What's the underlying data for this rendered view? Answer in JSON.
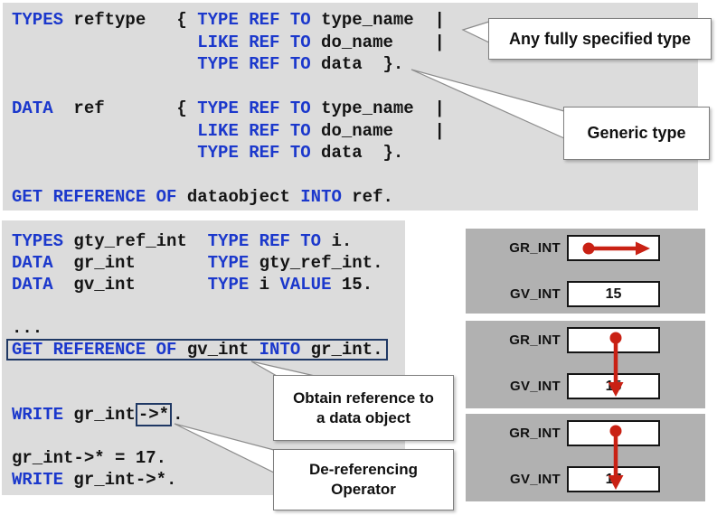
{
  "colors": {
    "keyword_blue": "#1b38cc",
    "code_text": "#141414",
    "code_bg": "#dcdcdc",
    "panel_bg": "#b1b1b1",
    "arrow_red": "#c92114",
    "highlight_navy": "#1f3864",
    "callout_border": "#7f7f7f"
  },
  "code_blocks": [
    {
      "name": "reference-declaration-syntax",
      "lines": [
        {
          "segs": [
            {
              "c": "kw",
              "t": "TYPES"
            },
            {
              "c": "pl",
              "t": " reftype   { "
            },
            {
              "c": "kw",
              "t": "TYPE REF TO"
            },
            {
              "c": "pl",
              "t": " type_name  |"
            }
          ]
        },
        {
          "segs": [
            {
              "c": "pl",
              "t": "                  "
            },
            {
              "c": "kw",
              "t": "LIKE REF TO"
            },
            {
              "c": "pl",
              "t": " do_name    |"
            }
          ]
        },
        {
          "segs": [
            {
              "c": "pl",
              "t": "                  "
            },
            {
              "c": "kw",
              "t": "TYPE REF TO"
            },
            {
              "c": "pl",
              "t": " data  }."
            }
          ]
        },
        {
          "segs": []
        },
        {
          "segs": [
            {
              "c": "kw",
              "t": "DATA"
            },
            {
              "c": "pl",
              "t": "  ref       { "
            },
            {
              "c": "kw",
              "t": "TYPE REF TO"
            },
            {
              "c": "pl",
              "t": " type_name  |"
            }
          ]
        },
        {
          "segs": [
            {
              "c": "pl",
              "t": "                  "
            },
            {
              "c": "kw",
              "t": "LIKE REF TO"
            },
            {
              "c": "pl",
              "t": " do_name    |"
            }
          ]
        },
        {
          "segs": [
            {
              "c": "pl",
              "t": "                  "
            },
            {
              "c": "kw",
              "t": "TYPE REF TO"
            },
            {
              "c": "pl",
              "t": " data  }."
            }
          ]
        },
        {
          "segs": []
        },
        {
          "segs": [
            {
              "c": "kw",
              "t": "GET REFERENCE OF"
            },
            {
              "c": "pl",
              "t": " dataobject "
            },
            {
              "c": "kw",
              "t": "INTO"
            },
            {
              "c": "pl",
              "t": " ref."
            }
          ]
        }
      ]
    },
    {
      "name": "reference-example",
      "lines": [
        {
          "segs": [
            {
              "c": "kw",
              "t": "TYPES"
            },
            {
              "c": "pl",
              "t": " gty_ref_int  "
            },
            {
              "c": "kw",
              "t": "TYPE REF TO"
            },
            {
              "c": "pl",
              "t": " i."
            }
          ]
        },
        {
          "segs": [
            {
              "c": "kw",
              "t": "DATA"
            },
            {
              "c": "pl",
              "t": "  gr_int       "
            },
            {
              "c": "kw",
              "t": "TYPE"
            },
            {
              "c": "pl",
              "t": " gty_ref_int."
            }
          ]
        },
        {
          "segs": [
            {
              "c": "kw",
              "t": "DATA"
            },
            {
              "c": "pl",
              "t": "  gv_int       "
            },
            {
              "c": "kw",
              "t": "TYPE"
            },
            {
              "c": "pl",
              "t": " i "
            },
            {
              "c": "kw",
              "t": "VALUE"
            },
            {
              "c": "pl",
              "t": " 15."
            }
          ]
        },
        {
          "segs": []
        },
        {
          "segs": [
            {
              "c": "pl",
              "t": "..."
            }
          ]
        },
        {
          "boxed": true,
          "segs": [
            {
              "c": "kw",
              "t": "GET REFERENCE OF"
            },
            {
              "c": "pl",
              "t": " gv_int "
            },
            {
              "c": "kw",
              "t": "INTO"
            },
            {
              "c": "pl",
              "t": " gr_int."
            }
          ]
        },
        {
          "segs": []
        },
        {
          "segs": []
        },
        {
          "segs": [
            {
              "c": "kw",
              "t": "WRITE"
            },
            {
              "c": "pl",
              "t": " gr_int"
            },
            {
              "c": "box",
              "t": "->*"
            },
            {
              "c": "pl",
              "t": "."
            }
          ]
        },
        {
          "segs": []
        },
        {
          "segs": [
            {
              "c": "pl",
              "t": "gr_int->* = 17."
            }
          ]
        },
        {
          "segs": [
            {
              "c": "kw",
              "t": "WRITE"
            },
            {
              "c": "pl",
              "t": " gr_int->*."
            }
          ]
        }
      ]
    }
  ],
  "callouts": [
    {
      "label": "Any fully specified type"
    },
    {
      "label": "Generic type"
    },
    {
      "label": "Obtain reference to\na data object"
    },
    {
      "label": "De-referencing\nOperator"
    }
  ],
  "diagram": {
    "panels": [
      {
        "rows": [
          {
            "label": "GR_INT",
            "value": ""
          },
          {
            "label": "GV_INT",
            "value": "15"
          }
        ],
        "arrow": "right"
      },
      {
        "rows": [
          {
            "label": "GR_INT",
            "value": ""
          },
          {
            "label": "GV_INT",
            "value": "15"
          }
        ],
        "arrow": "down"
      },
      {
        "rows": [
          {
            "label": "GR_INT",
            "value": ""
          },
          {
            "label": "GV_INT",
            "value": "17"
          }
        ],
        "arrow": "down"
      }
    ]
  }
}
